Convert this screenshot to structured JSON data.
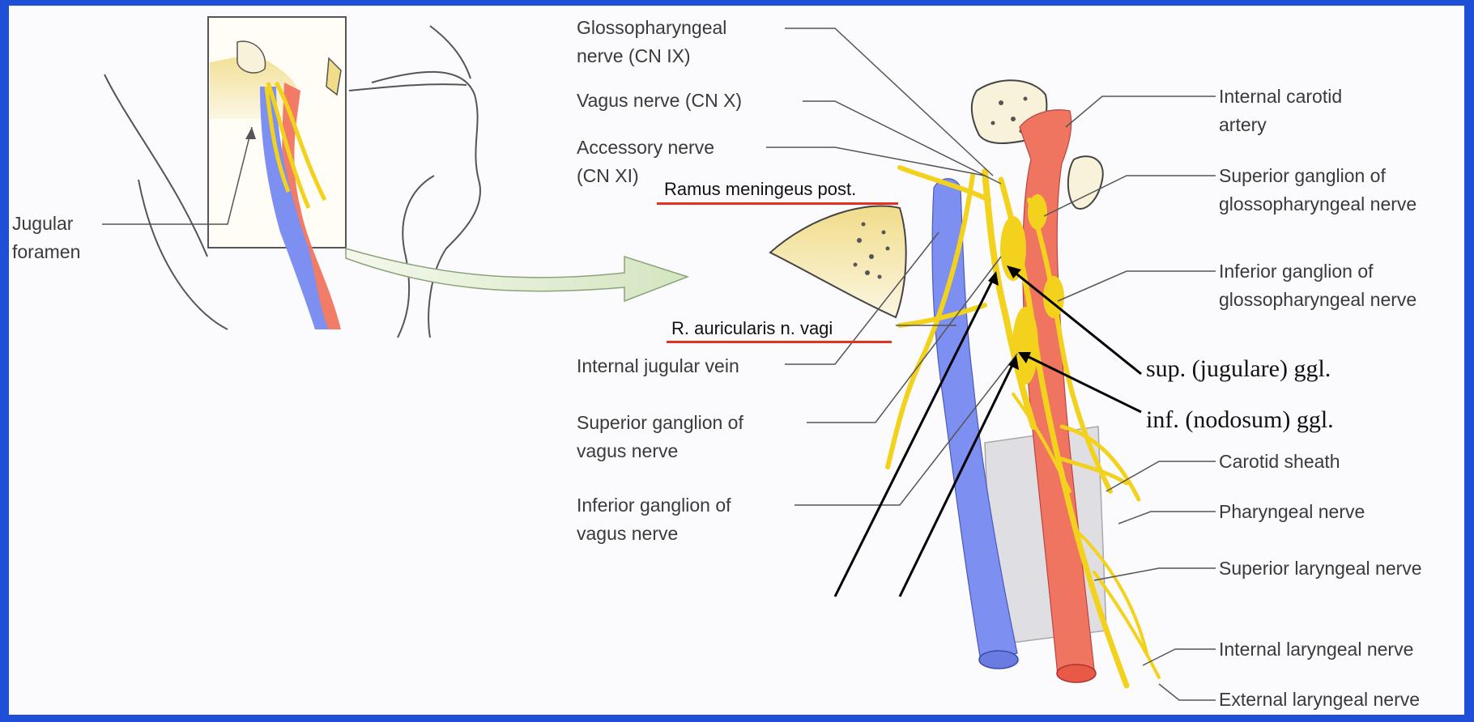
{
  "colors": {
    "background_border": "#1f4fd6",
    "nerve": "#f2d21c",
    "vein": "#7d8ff0",
    "artery": "#f07560",
    "highlight_underline": "#e0341f"
  },
  "labels": {
    "jugular_foramen": "Jugular\nforamen",
    "glossopharyngeal_nerve": "Glossopharyngeal\nnerve (CN IX)",
    "vagus_nerve": "Vagus nerve (CN X)",
    "accessory_nerve": "Accessory nerve\n(CN XI)",
    "ramus_meningeus": "Ramus meningeus post.",
    "r_auricularis": "R. auricularis n. vagi",
    "internal_jugular_vein": "Internal jugular vein",
    "superior_ganglion_vagus": "Superior ganglion of\nvagus nerve",
    "inferior_ganglion_vagus": "Inferior ganglion of\nvagus nerve",
    "internal_carotid_artery": "Internal carotid\nartery",
    "superior_ganglion_glosso": "Superior ganglion of\nglossopharyngeal nerve",
    "inferior_ganglion_glosso": "Inferior ganglion of\nglossopharyngeal nerve",
    "sup_ggl": "sup. (jugulare) ggl.",
    "inf_ggl": "inf. (nodosum) ggl.",
    "carotid_sheath": "Carotid sheath",
    "pharyngeal_nerve": "Pharyngeal nerve",
    "superior_laryngeal_nerve": "Superior laryngeal nerve",
    "internal_laryngeal_nerve": "Internal laryngeal nerve",
    "external_laryngeal_nerve": "External laryngeal nerve"
  }
}
